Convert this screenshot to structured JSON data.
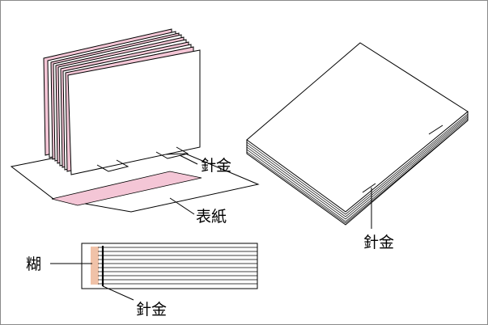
{
  "figure": {
    "background": "#ffffff",
    "frame_color": "#8a8a8a",
    "line_color": "#000000",
    "accent_pink": "#f4c6d6",
    "glue_color": "#f0c2a8"
  },
  "labels": {
    "staple_top_left": "針金",
    "cover": "表紙",
    "staple_right_book": "針金",
    "glue": "糊",
    "staple_cross_section": "針金"
  }
}
